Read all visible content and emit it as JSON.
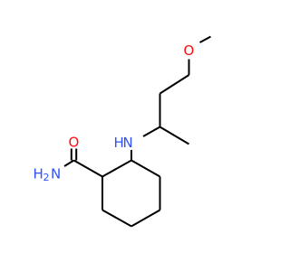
{
  "molecule": {
    "atoms": {
      "ether_oxygen": "O",
      "carbonyl_oxygen": "O",
      "amine_nitrogen_h": "H",
      "amine_nitrogen_n": "N",
      "amide_h2": "H",
      "amide_subscript": "2",
      "amide_n": "N"
    },
    "colors": {
      "bond": "#000000",
      "oxygen": "#ff0d0d",
      "nitrogen": "#3050f8"
    }
  }
}
